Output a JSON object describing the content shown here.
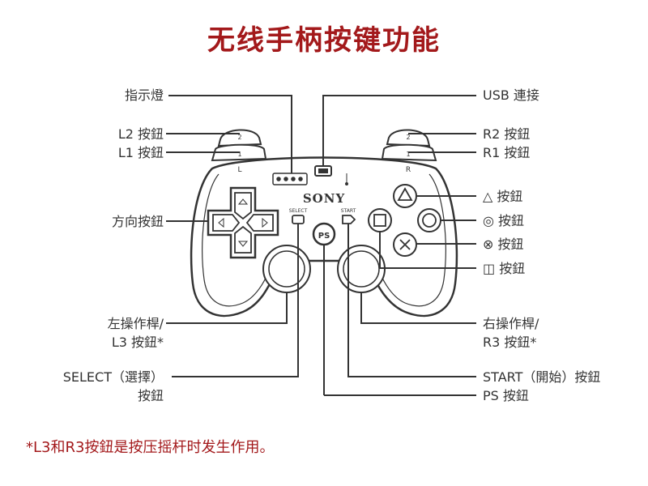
{
  "title": "无线手柄按键功能",
  "colors": {
    "title": "#a3191b",
    "footnote": "#a3191b",
    "line": "#333333",
    "text": "#333333"
  },
  "labels": {
    "left": {
      "indicator": "指示燈",
      "l2": "L2 按鈕",
      "l1": "L1 按鈕",
      "dpad": "方向按鈕",
      "left_stick_1": "左操作桿/",
      "left_stick_2": "L3 按鈕*",
      "select_1": "SELECT（選擇）",
      "select_2": "按鈕"
    },
    "right": {
      "usb": "USB 連接",
      "r2": "R2 按鈕",
      "r1": "R1 按鈕",
      "triangle": "△ 按鈕",
      "circle": "◎ 按鈕",
      "cross": "⊗ 按鈕",
      "square": "◫ 按鈕",
      "right_stick_1": "右操作桿/",
      "right_stick_2": "R3 按鈕*",
      "start": "START（開始）按鈕",
      "ps": "PS 按鈕"
    }
  },
  "controller": {
    "brand": "SONY",
    "select_text": "SELECT",
    "start_text": "START",
    "l_text": "L",
    "r_text": "R"
  },
  "footnote": "*L3和R3按鈕是按压摇杆时发生作用。"
}
